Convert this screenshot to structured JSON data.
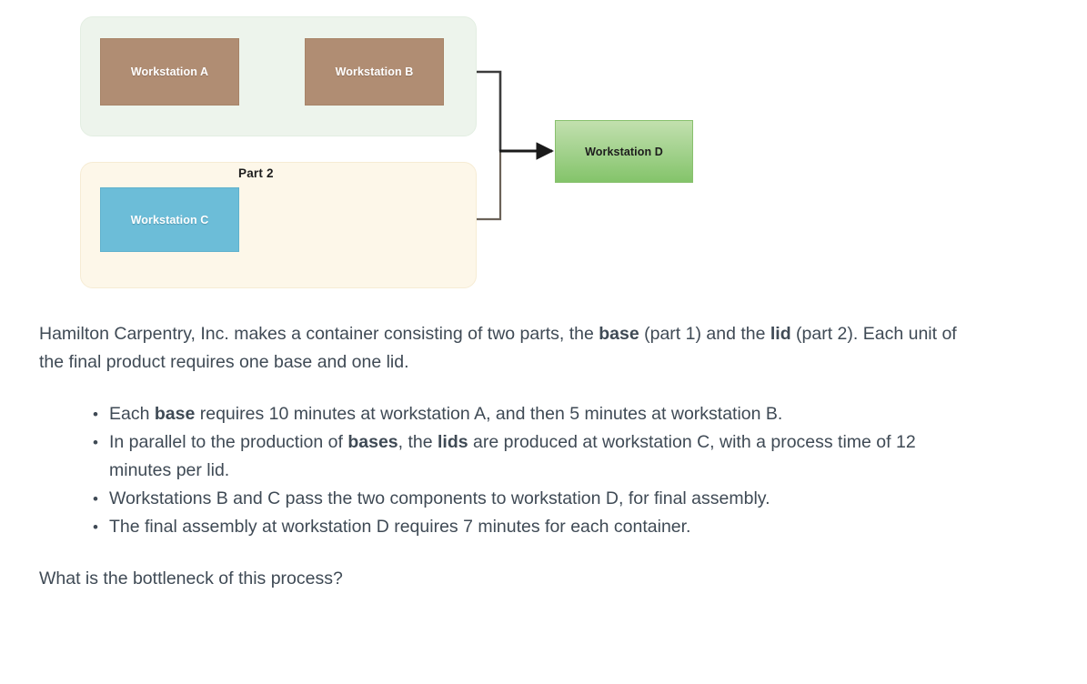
{
  "diagram": {
    "groups": [
      {
        "id": "part1",
        "label": "",
        "color": "#edf4ec"
      },
      {
        "id": "part2",
        "label": "Part 2",
        "color": "#fdf7e9"
      }
    ],
    "nodes": [
      {
        "id": "a",
        "label": "Workstation A",
        "color": "#b08d73"
      },
      {
        "id": "b",
        "label": "Workstation B",
        "color": "#b08d73"
      },
      {
        "id": "c",
        "label": "Workstation C",
        "color": "#6cbdd8"
      },
      {
        "id": "d",
        "label": "Workstation D",
        "color": "#84c46a"
      }
    ],
    "edges": [
      {
        "from": "a",
        "to": "b"
      },
      {
        "from": "b",
        "to": "d"
      },
      {
        "from": "c",
        "to": "d"
      }
    ]
  },
  "prose": {
    "intro_1": "Hamilton Carpentry, Inc. makes a container consisting of two parts, the ",
    "intro_bold_1": "base",
    "intro_2": " (part 1) and the ",
    "intro_bold_2": "lid",
    "intro_3": " (part 2). Each unit of the final product requires one base and one lid.",
    "bullets": [
      {
        "seg_1": "Each ",
        "bold_1": "base",
        "seg_2": " requires 10 minutes at workstation A, and then 5 minutes at workstation B.",
        "bold_2": "",
        "seg_3": ""
      },
      {
        "seg_1": "In parallel to the production of ",
        "bold_1": "bases",
        "seg_2": ", the ",
        "bold_2": "lids",
        "seg_3": " are produced at workstation C, with a process time of 12 minutes per lid."
      },
      {
        "seg_1": "Workstations B and C pass the two components to workstation D, for final assembly.",
        "bold_1": "",
        "seg_2": "",
        "bold_2": "",
        "seg_3": ""
      },
      {
        "seg_1": "The final assembly at workstation D requires 7 minutes for each container.",
        "bold_1": "",
        "seg_2": "",
        "bold_2": "",
        "seg_3": ""
      }
    ],
    "question": "What is the bottleneck of this process?"
  },
  "colors": {
    "text": "#3f4a55",
    "node_brown": "#b08d73",
    "node_blue": "#6cbdd8",
    "node_green": "#84c46a",
    "group_green": "#edf4ec",
    "group_cream": "#fdf7e9",
    "connector": "#4a4a4a"
  }
}
